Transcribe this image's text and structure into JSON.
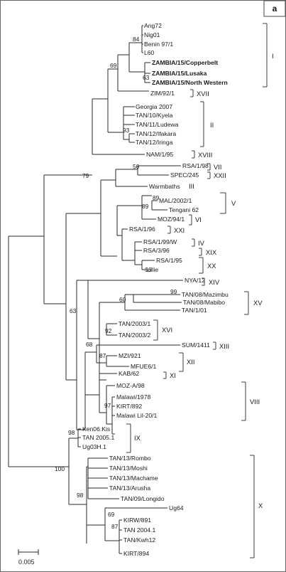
{
  "panel_label": "a",
  "taxa": [
    "Ang72",
    "Nig01",
    "Benin 97/1",
    "L60",
    "ZAMBIA/15/Copperbelt",
    "ZAMBIA/15/Lusaka",
    "ZAMBIA/15/North Western",
    "ZIM/92/1",
    "Georgia 2007",
    "TAN/10/Kyela",
    "TAN/11/Ludewa",
    "TAN/12/Ifakara",
    "TAN/12/Iringa",
    "NAM/1/95",
    "RSA/1/98",
    "SPEC/245",
    "Warmbaths",
    "MAL/2002/1",
    "Tengani 62",
    "MOZ/94/1",
    "RSA/1/96",
    "RSA/1/99/W",
    "RSA/3/96",
    "RSA/1/95",
    "Lillie",
    "NYA/12",
    "TAN/08/Mazimbu",
    "TAN/08/Mabibo",
    "TAN/1/01",
    "TAN/2003/1",
    "TAN/2003/2",
    "SUM/1411",
    "MZI/921",
    "MFUE6/1",
    "KAB/62",
    "MOZ-A/98",
    "Malawi/1978",
    "KIRT/892",
    "Malawi Lil-20/1",
    "Ken06.Kis",
    "TAN 2005.1",
    "Ug03H.1",
    "TAN/13/Rombo",
    "TAN/13/Moshi",
    "TAN/13/Machame",
    "TAN/13/Arusha",
    "TAN/09/Longido",
    "Ug64",
    "KIRW/891",
    "TAN 2004.1",
    "TAN/Kwh12",
    "KIRT/894"
  ],
  "bootstrap": [
    "84",
    "63",
    "69",
    "93",
    "79",
    "56",
    "89",
    "89",
    "66",
    "63",
    "60",
    "99",
    "92",
    "68",
    "87",
    "97",
    "98",
    "100",
    "98",
    "69",
    "87"
  ],
  "genotypes": [
    "I",
    "XVII",
    "II",
    "XVIII",
    "VII",
    "XXII",
    "III",
    "V",
    "VI",
    "XXI",
    "IV",
    "XIX",
    "XX",
    "XIV",
    "XV",
    "XVI",
    "XIII",
    "XII",
    "XI",
    "VIII",
    "IX",
    "X"
  ],
  "scale_label": "0.005"
}
